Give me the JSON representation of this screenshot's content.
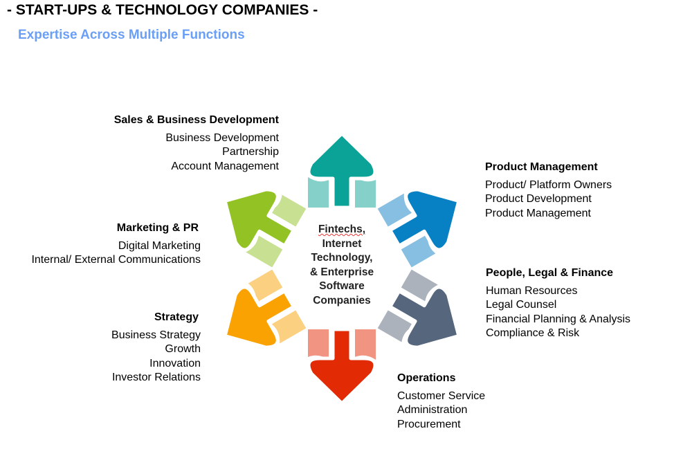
{
  "title": "- START-UPS & TECHNOLOGY COMPANIES -",
  "subtitle": "Expertise Across Multiple Functions",
  "center": {
    "lines": [
      "Fintechs,",
      "Internet",
      "Technology,",
      "& Enterprise",
      "Software",
      "Companies"
    ]
  },
  "groups": [
    {
      "heading": "Sales & Business Development",
      "items": [
        "Business Development",
        "Partnership",
        "Account Management"
      ]
    },
    {
      "heading": "Product Management",
      "items": [
        "Product/ Platform Owners",
        "Product Development",
        "Product Management"
      ]
    },
    {
      "heading": "People, Legal & Finance",
      "items": [
        "Human Resources",
        "Legal Counsel",
        "Financial Planning & Analysis",
        "Compliance & Risk"
      ]
    },
    {
      "heading": "Operations",
      "items": [
        "Customer Service",
        "Administration",
        "Procurement"
      ]
    },
    {
      "heading": "Strategy",
      "items": [
        "Business Strategy",
        "Growth",
        "Innovation",
        "Investor Relations"
      ]
    },
    {
      "heading": "Marketing & PR",
      "items": [
        "Digital Marketing",
        "Internal/ External Communications"
      ]
    }
  ],
  "arrows": [
    {
      "name": "sales",
      "dark": "#0ba397",
      "light": "#85d1c9"
    },
    {
      "name": "product",
      "dark": "#0780c4",
      "light": "#86bfe2"
    },
    {
      "name": "people",
      "dark": "#56667d",
      "light": "#abb2bc"
    },
    {
      "name": "operations",
      "dark": "#e22a04",
      "light": "#f29482"
    },
    {
      "name": "strategy",
      "dark": "#fba203",
      "light": "#fcd081"
    },
    {
      "name": "marketing",
      "dark": "#93c224",
      "light": "#c8e091"
    }
  ]
}
